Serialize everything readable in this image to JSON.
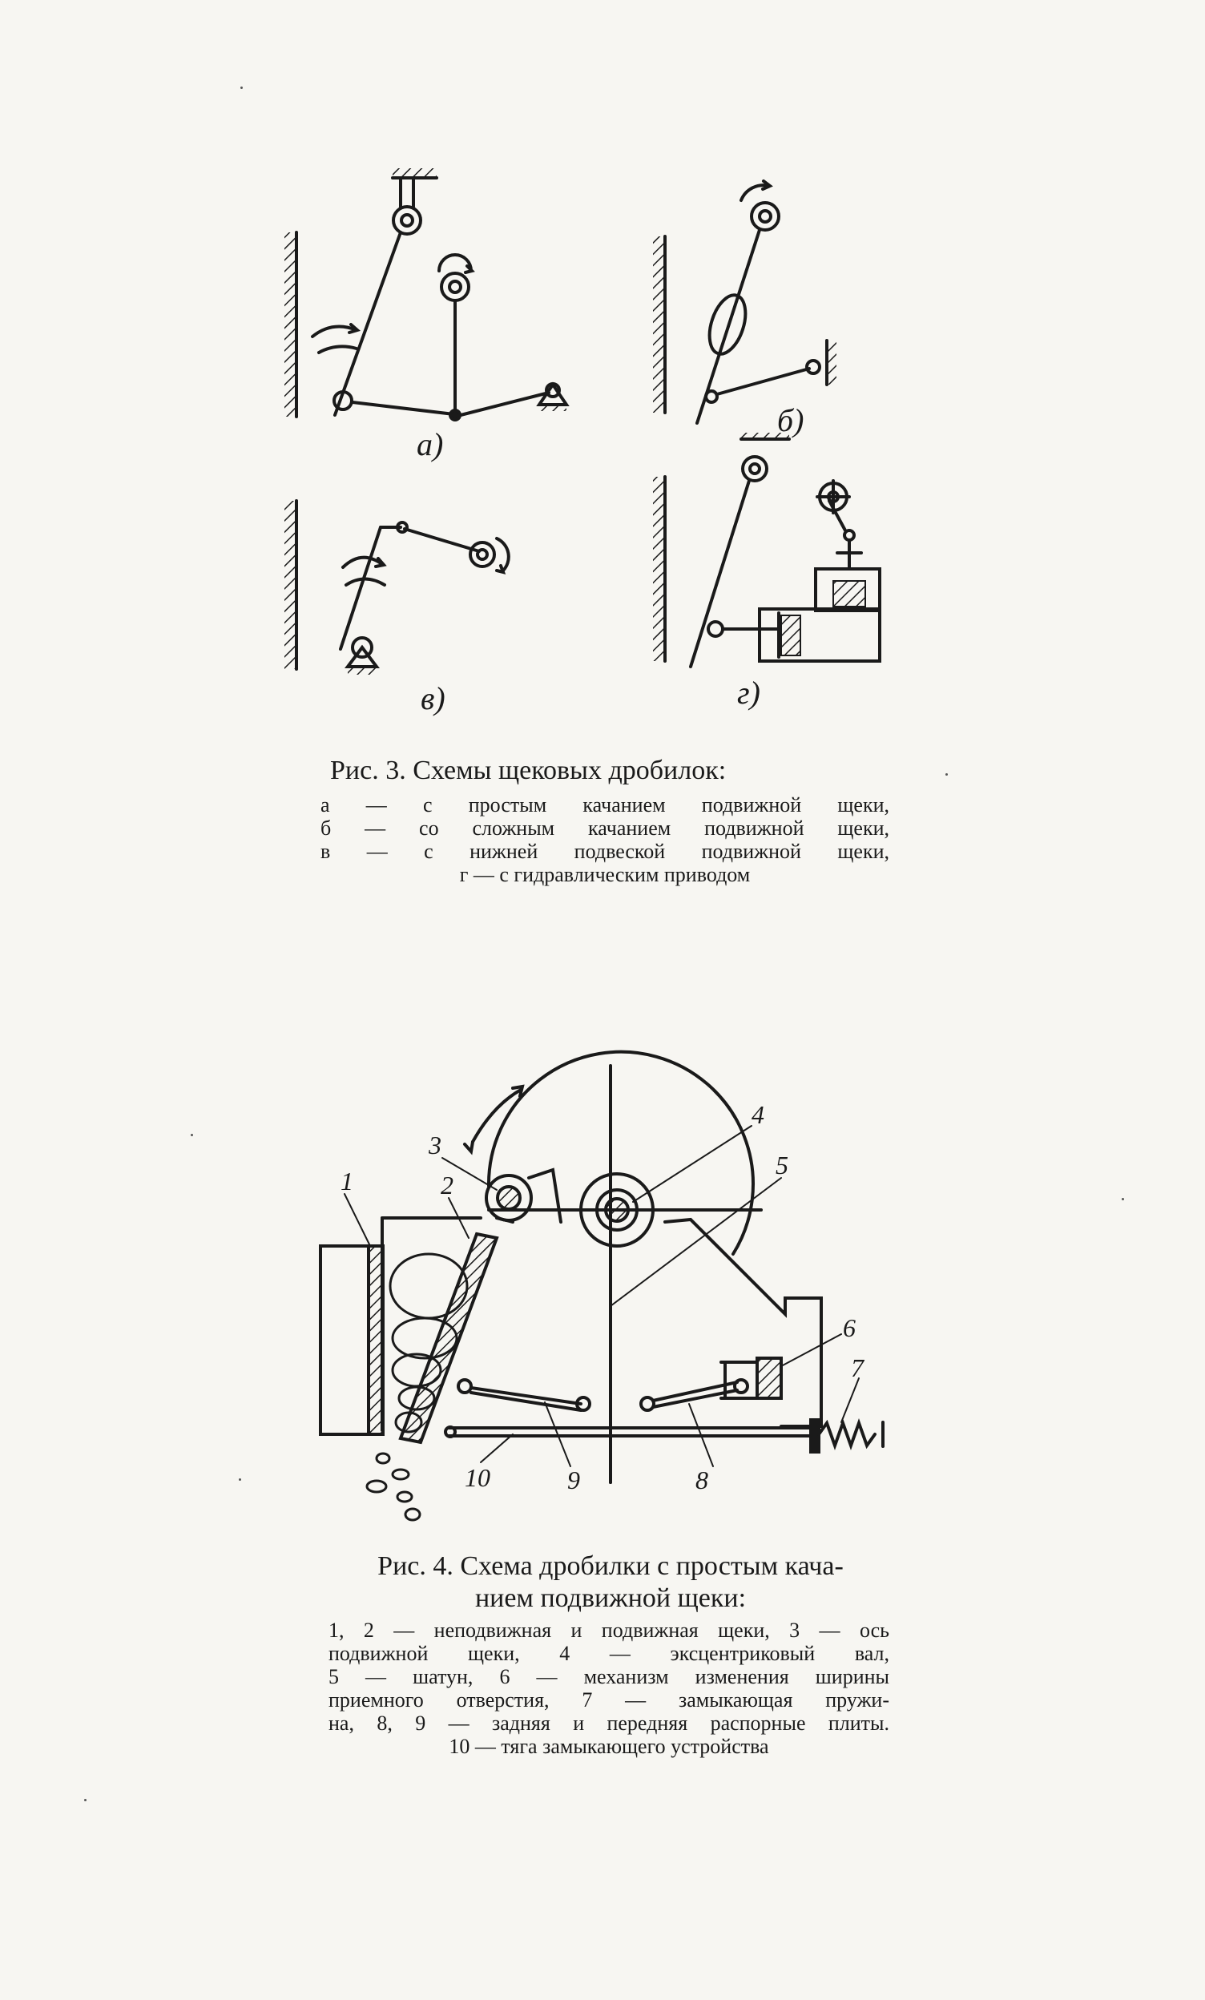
{
  "figure3": {
    "labels": {
      "a": "а)",
      "b": "б)",
      "v": "в)",
      "g": "г)"
    },
    "caption_title": "Рис. 3. Схемы щековых дробилок:",
    "legend": [
      "а — с простым качанием подвижной щеки,",
      "б — со сложным качанием подвижной щеки,",
      "в — с нижней подвеской подвижной щеки,",
      "г — с гидравлическим приводом"
    ]
  },
  "figure4": {
    "part_labels": {
      "p1": "1",
      "p2": "2",
      "p3": "3",
      "p4": "4",
      "p5": "5",
      "p6": "6",
      "p7": "7",
      "p8": "8",
      "p9": "9",
      "p10": "10"
    },
    "caption_title_line1": "Рис. 4. Схема дробилки с простым кача-",
    "caption_title_line2": "нием подвижной щеки:",
    "legend": [
      "1, 2 — неподвижная и подвижная щеки, 3 — ось",
      "подвижной щеки, 4 — эксцентриковый вал,",
      "5 — шатун, 6 — механизм изменения ширины",
      "приемного отверстия, 7 — замыкающая пружи-",
      "на, 8, 9 — задняя и передняя распорные плиты.",
      "10 — тяга замыкающего устройства"
    ]
  },
  "colors": {
    "ink": "#1a1a1a",
    "paper": "#f7f6f2"
  }
}
